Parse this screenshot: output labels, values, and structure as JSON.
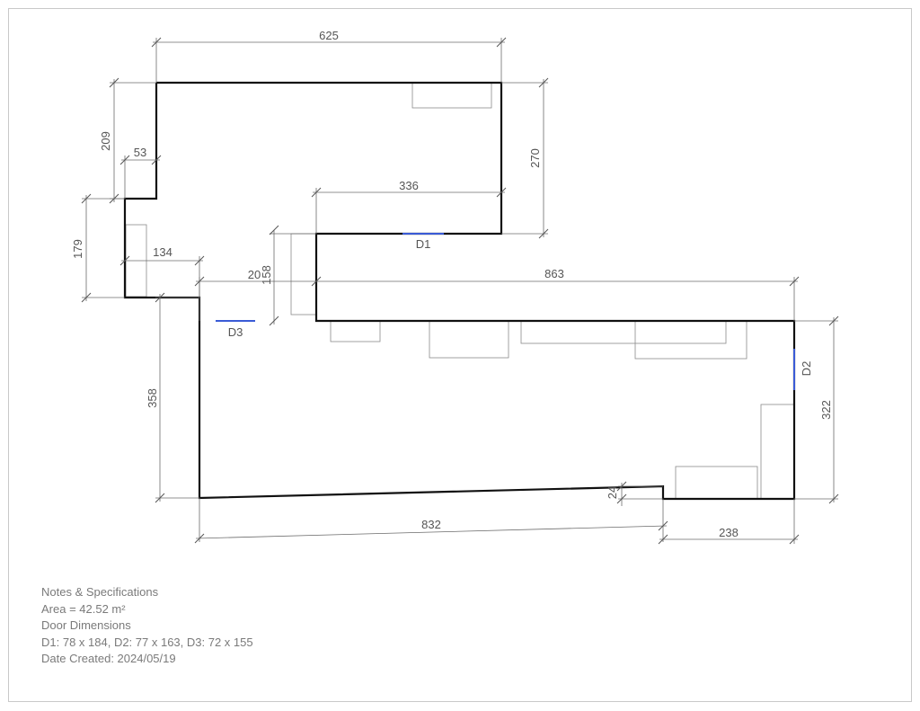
{
  "plan": {
    "dimensions": {
      "top_width": "625",
      "right_upper_height": "270",
      "left_upper_height": "209",
      "notch_width": "53",
      "step_width": "336",
      "left_mid_height": "179",
      "left_mid_width": "134",
      "small_width": "20",
      "small_height": "158",
      "main_width": "863",
      "main_left_height": "358",
      "main_right_height": "322",
      "bottom_width": "832",
      "bottom_offset": "24",
      "bottom_right_width": "238"
    },
    "doors": {
      "d1": "D1",
      "d2": "D2",
      "d3": "D3"
    }
  },
  "notes": {
    "title": "Notes & Specifications",
    "area": "Area = 42.52 m²",
    "door_heading": "Door Dimensions",
    "door_list": "D1: 78 x 184, D2: 77 x 163, D3: 72 x 155",
    "date": "Date Created: 2024/05/19"
  }
}
